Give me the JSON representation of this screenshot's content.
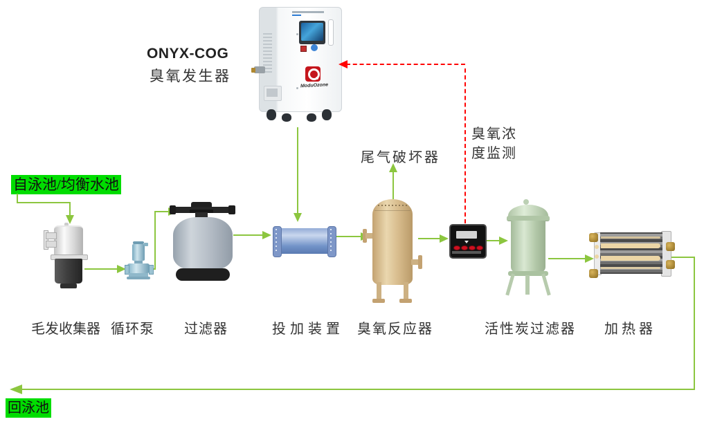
{
  "generator": {
    "model_label": "ONYX-COG",
    "name_label": "臭氧发生器",
    "brand": "ModuOzone"
  },
  "flow_labels": {
    "source": "自泳池/均衡水池",
    "return": "回泳池",
    "tail_gas": "尾气破坏器",
    "ozone_monitoring": "臭氧浓\n度监测"
  },
  "equipment_labels": [
    {
      "id": "hair-collector",
      "text": "毛发收集器"
    },
    {
      "id": "circulation-pump",
      "text": "循环泵"
    },
    {
      "id": "filter",
      "text": "过滤器"
    },
    {
      "id": "dosing-device",
      "text": "投加装置"
    },
    {
      "id": "ozone-reactor",
      "text": "臭氧反应器"
    },
    {
      "id": "activated-carbon-filter",
      "text": "活性炭过滤器"
    },
    {
      "id": "heater",
      "text": "加热器"
    }
  ],
  "flow_sequence": "自泳池/均衡水池 → 毛发收集器 → 循环泵 → 过滤器 → 投加装置 → 臭氧反应器 → 活性炭过滤器 → 加热器 → 回泳池",
  "colors": {
    "flow_line": "#8cc63f",
    "signal_line": "#ff0000",
    "label_highlight": "#00dd00",
    "brand_red": "#c5161d"
  }
}
